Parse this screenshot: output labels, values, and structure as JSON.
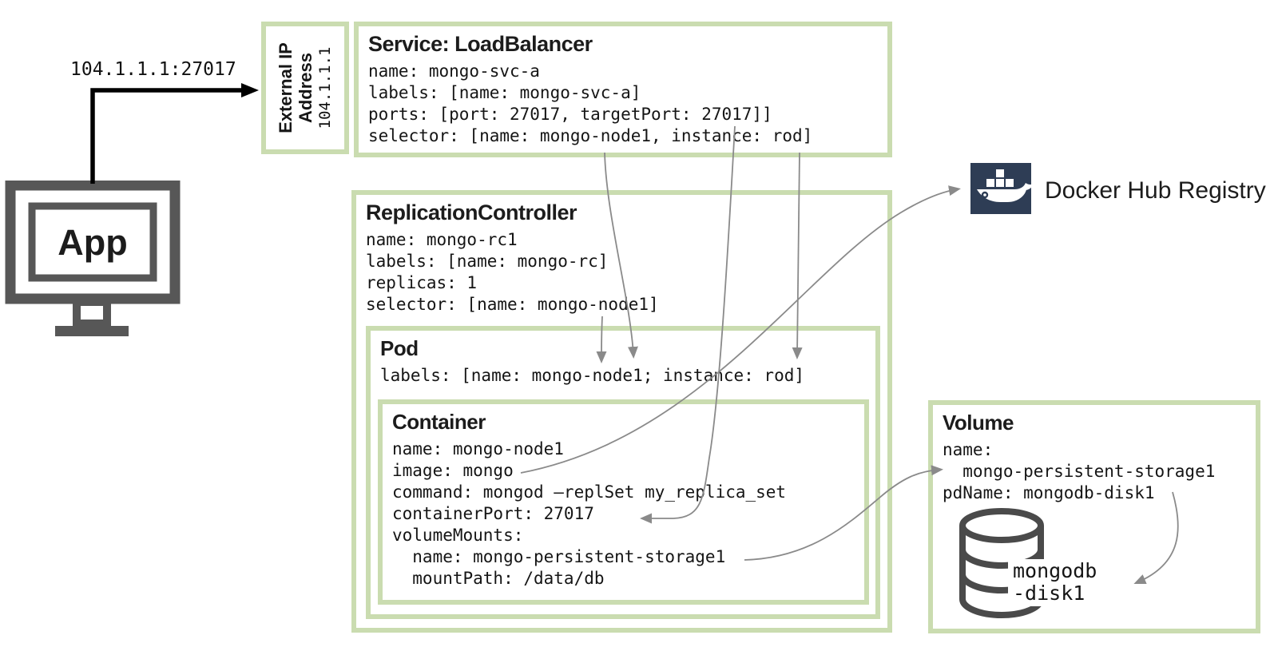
{
  "colors": {
    "box_border_green": "#cadcb0",
    "arrow_gray": "#8a8a8a",
    "docker_navy": "#2e3d55",
    "monitor_gray": "#575757",
    "text_black": "#151515"
  },
  "app": {
    "label": "App"
  },
  "connection": {
    "label": "104.1.1.1:27017"
  },
  "external_ip_box": {
    "title_line1": "External IP",
    "title_line2": "Address",
    "ip": "104.1.1.1"
  },
  "service_box": {
    "title": "Service: LoadBalancer",
    "lines": [
      "name: mongo-svc-a",
      "labels: [name: mongo-svc-a]",
      "ports: [port: 27017, targetPort: 27017]]",
      "selector: [name: mongo-node1, instance: rod]"
    ]
  },
  "docker_hub": {
    "label": "Docker Hub Registry"
  },
  "replication_controller": {
    "title": "ReplicationController",
    "lines": [
      "name: mongo-rc1",
      "labels: [name: mongo-rc]",
      "replicas: 1",
      "selector: [name: mongo-node1]"
    ]
  },
  "pod": {
    "title": "Pod",
    "lines": [
      "labels: [name: mongo-node1; instance: rod]"
    ]
  },
  "container": {
    "title": "Container",
    "lines": [
      "name: mongo-node1",
      "image: mongo",
      "command: mongod —replSet my_replica_set",
      "containerPort: 27017",
      "volumeMounts:",
      "  name: mongo-persistent-storage1",
      "  mountPath: /data/db"
    ]
  },
  "volume": {
    "title": "Volume",
    "lines": [
      "name:",
      "  mongo-persistent-storage1",
      "pdName: mongodb-disk1"
    ],
    "disk_label_line1": "mongodb",
    "disk_label_line2": "-disk1"
  }
}
